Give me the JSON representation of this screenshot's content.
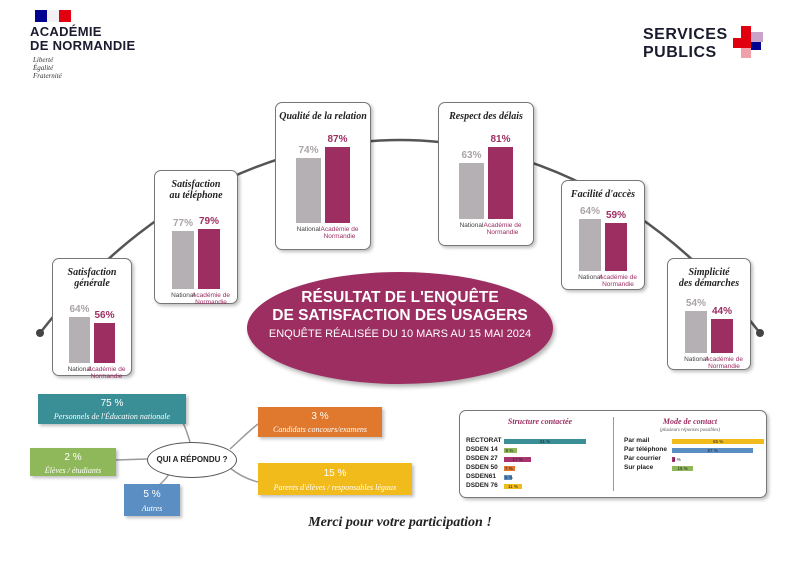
{
  "header": {
    "academie_line1": "ACADÉMIE",
    "academie_line2": "DE NORMANDIE",
    "motto1": "Liberté",
    "motto2": "Égalité",
    "motto3": "Fraternité",
    "services_line1": "SERVICES",
    "services_line2": "PUBLICS",
    "flag_colors": [
      "#000091",
      "#ffffff",
      "#e1000f"
    ]
  },
  "legend": {
    "national": "National",
    "academie_l1": "Académie de",
    "academie_l2": "Normandie"
  },
  "colors": {
    "national": "#b5b0b4",
    "academie": "#9c2e62"
  },
  "chart_data": {
    "type": "bar",
    "series": [
      {
        "name": "National"
      },
      {
        "name": "Académie de Normandie"
      }
    ],
    "cards": [
      {
        "title_l1": "Satisfaction",
        "title_l2": "générale",
        "national": 64,
        "academie": 56,
        "national_label": "64%",
        "academie_label": "56%"
      },
      {
        "title_l1": "Satisfaction",
        "title_l2": "au téléphone",
        "national": 77,
        "academie": 79,
        "national_label": "77%",
        "academie_label": "79%"
      },
      {
        "title_l1": "Qualité de la relation",
        "title_l2": "",
        "national": 74,
        "academie": 87,
        "national_label": "74%",
        "academie_label": "87%"
      },
      {
        "title_l1": "Respect des délais",
        "title_l2": "",
        "national": 63,
        "academie": 81,
        "national_label": "63%",
        "academie_label": "81%"
      },
      {
        "title_l1": "Facilité d'accès",
        "title_l2": "",
        "national": 64,
        "academie": 59,
        "national_label": "64%",
        "academie_label": "59%"
      },
      {
        "title_l1": "Simplicité",
        "title_l2": "des démarches",
        "national": 54,
        "academie": 44,
        "national_label": "54%",
        "academie_label": "44%"
      }
    ],
    "structure": {
      "title": "Structure contactée",
      "rows": [
        {
          "label": "RECTORAT",
          "value": 51,
          "value_label": "51 %",
          "color": "#3a8e96"
        },
        {
          "label": "DSDEN 14",
          "value": 8,
          "value_label": "8 %",
          "color": "#8fb85a"
        },
        {
          "label": "DSDEN 27",
          "value": 17,
          "value_label": "17 %",
          "color": "#a8336e"
        },
        {
          "label": "DSDEN 50",
          "value": 7,
          "value_label": "7 %",
          "color": "#e0792d"
        },
        {
          "label": "DSDEN61",
          "value": 5,
          "value_label": "5 %",
          "color": "#5b8fc4"
        },
        {
          "label": "DSDEN 76",
          "value": 11,
          "value_label": "11 %",
          "color": "#f2bb1c"
        }
      ]
    },
    "contact": {
      "title": "Mode de contact",
      "subtitle": "(plusieurs réponses possibles)",
      "rows": [
        {
          "label": "Par mail",
          "value": 65,
          "value_label": "65 %",
          "color": "#f2bb1c"
        },
        {
          "label": "Par téléphone",
          "value": 57,
          "value_label": "57 %",
          "color": "#5b8fc4"
        },
        {
          "label": "Par courrier",
          "value": 2,
          "value_label": "2 %",
          "color": "#a8336e"
        },
        {
          "label": "Sur place",
          "value": 15,
          "value_label": "15 %",
          "color": "#8fb85a"
        }
      ]
    }
  },
  "center": {
    "title_l1": "RÉSULTAT DE L'ENQUÊTE",
    "title_l2": "DE SATISFACTION DES USAGERS",
    "subtitle": "ENQUÊTE RÉALISÉE DU 10 MARS AU 15 MAI 2024"
  },
  "respondents": {
    "center_label": "QUI A RÉPONDU ?",
    "items": [
      {
        "percent": "75 %",
        "label": "Personnels de l'Éducation nationale",
        "color": "#3a8e96"
      },
      {
        "percent": "2 %",
        "label": "Élèves / étudiants",
        "color": "#8fb85a"
      },
      {
        "percent": "5 %",
        "label": "Autres",
        "color": "#5b8fc4"
      },
      {
        "percent": "3 %",
        "label": "Candidats concours/examens",
        "color": "#e0792d"
      },
      {
        "percent": "15 %",
        "label": "Parents d'élèves / responsables légaux",
        "color": "#f2bb1c"
      }
    ]
  },
  "footer": {
    "merci": "Merci pour votre participation !"
  }
}
